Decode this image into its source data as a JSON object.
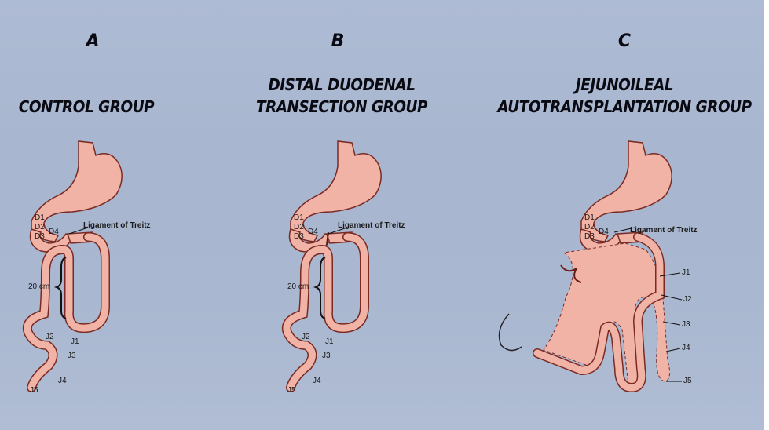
{
  "panels": [
    {
      "letter": "A",
      "title_lines": [
        "CONTROL GROUP"
      ]
    },
    {
      "letter": "B",
      "title_lines": [
        "DISTAL DUODENAL",
        "TRANSECTION GROUP"
      ]
    },
    {
      "letter": "C",
      "title_lines": [
        "JEJUNOILEAL",
        "AUTOTRANSPLANTATION GROUP"
      ]
    }
  ],
  "labels": {
    "ligament": "Ligament of Treitz",
    "distance": "20 cm",
    "d1": "D1",
    "d2": "D2",
    "d3": "D3",
    "d4": "D4",
    "j1": "J1",
    "j2": "J2",
    "j3": "J3",
    "j4": "J4",
    "j5": "J5"
  },
  "colors": {
    "background": "#a9b7d0",
    "tissue_fill": "#f0b3a6",
    "tissue_stroke": "#7a2a22",
    "text": "#0a0a12"
  }
}
